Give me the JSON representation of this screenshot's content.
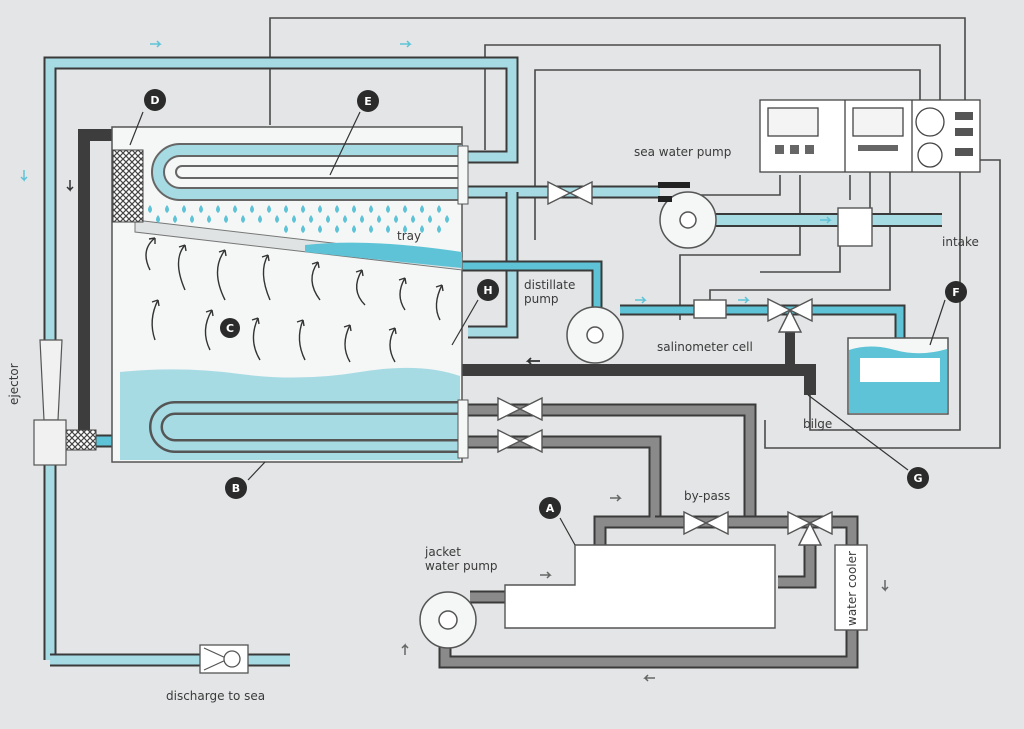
{
  "labels": {
    "sea_water_pump": "sea water pump",
    "intake": "intake",
    "tray": "tray",
    "distillate_pump_1": "distillate",
    "distillate_pump_2": "pump",
    "salinometer_cell": "salinometer cell",
    "bilge": "bilge",
    "by_pass": "by-pass",
    "jacket_water_pump_1": "jacket",
    "jacket_water_pump_2": "water pump",
    "water_cooler": "water cooler",
    "ejector": "ejector",
    "discharge_to_sea": "discharge to sea"
  },
  "markers": [
    "A",
    "B",
    "C",
    "D",
    "E",
    "F",
    "G",
    "H"
  ],
  "colors": {
    "sea_water": "#5ec3d6",
    "sea_water_light": "#a7dbe4",
    "condensate_dark": "#3d3d3d",
    "jacket_water": "#7a7a7a",
    "signal_line": "#4a4a4a",
    "background": "#e3e5e6"
  }
}
